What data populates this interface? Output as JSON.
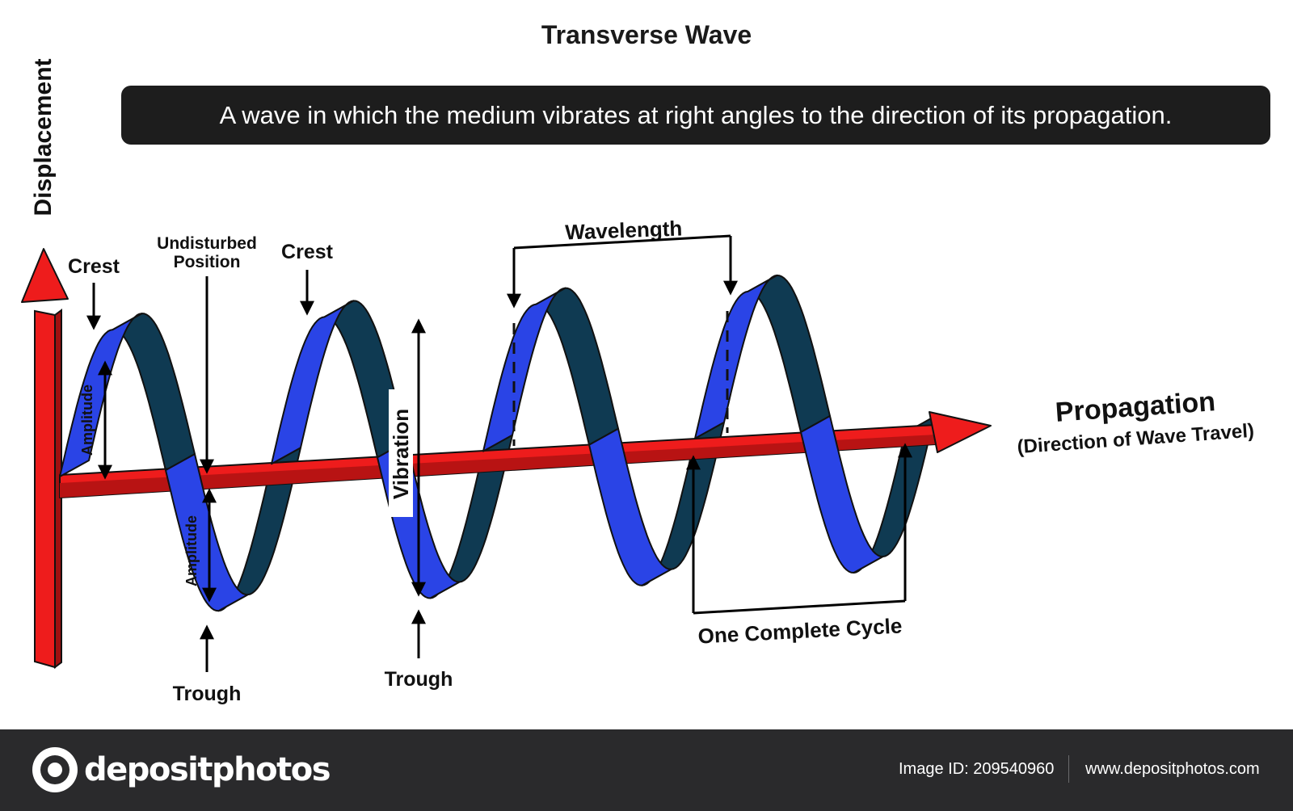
{
  "diagram": {
    "title": "Transverse Wave",
    "definition": "A wave in which the medium vibrates at right angles to the direction of its propagation.",
    "axis_label": "Displacement",
    "labels": {
      "crest_1": "Crest",
      "crest_2": "Crest",
      "undisturbed_line1": "Undisturbed",
      "undisturbed_line2": "Position",
      "wavelength": "Wavelength",
      "amplitude_1": "Amplitude",
      "amplitude_2": "Amplitude",
      "vibration": "Vibration",
      "trough_1": "Trough",
      "trough_2": "Trough",
      "propagation": "Propagation",
      "propagation_sub": "(Direction of Wave Travel)",
      "cycle": "One Complete Cycle"
    },
    "colors": {
      "wave_front": "#2a44e6",
      "wave_back": "#0f3a52",
      "axis_red": "#ee1c1c",
      "axis_dark": "#a01010",
      "banner": "#1d1d1d"
    }
  },
  "footer": {
    "brand": "depositphotos",
    "image_id": "Image ID: 209540960",
    "website": "www.depositphotos.com"
  }
}
